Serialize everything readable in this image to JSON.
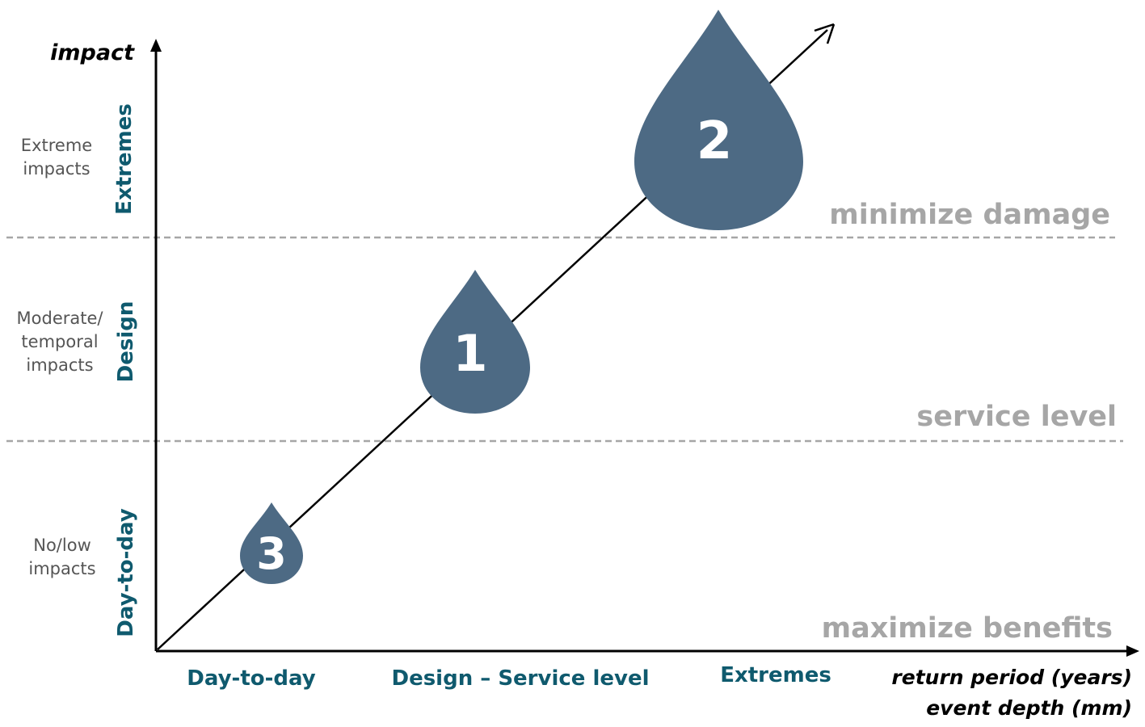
{
  "axes": {
    "y_label": "impact",
    "x_label_line1": "return period (years)",
    "x_label_line2": "event depth (mm)"
  },
  "zones_vertical": {
    "extremes": "Extremes",
    "design": "Design",
    "day_to_day": "Day-to-day"
  },
  "impacts": {
    "extreme": [
      "Extreme",
      "impacts"
    ],
    "moderate": [
      "Moderate/",
      "temporal",
      "impacts"
    ],
    "low": [
      "No/low",
      "impacts"
    ]
  },
  "zones_horizontal": {
    "day_to_day": "Day-to-day",
    "design": "Design – Service level",
    "extremes": "Extremes"
  },
  "goals": {
    "minimize": "minimize damage",
    "service": "service level",
    "maximize": "maximize benefits"
  },
  "drops": [
    "1",
    "2",
    "3"
  ],
  "colors": {
    "drop": "#4d6a84",
    "zone_text": "#0f5a6e",
    "goal_text": "#a6a6a6",
    "dash": "#a6a6a6"
  }
}
